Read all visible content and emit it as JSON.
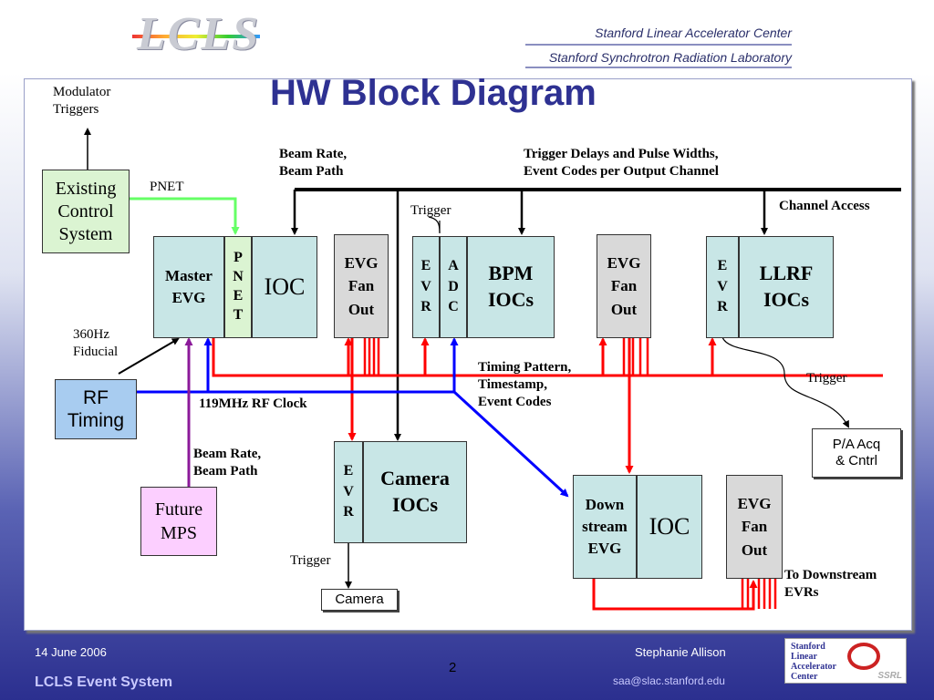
{
  "header": {
    "logo": "LCLS",
    "org1": "Stanford Linear Accelerator Center",
    "org2": "Stanford Synchrotron Radiation Laboratory"
  },
  "title": "HW Block Diagram",
  "blocks": {
    "existing": "Existing\nControl\nSystem",
    "master_evg": "Master\nEVG",
    "pnet_box": "P\nN\nE\nT",
    "ioc1": "IOC",
    "evg_fanout1": "EVG\nFan\nOut",
    "evr1": "E\nV\nR",
    "adc": "A\nD\nC",
    "bpm": "BPM\nIOCs",
    "evg_fanout2": "EVG\nFan\nOut",
    "evr2": "E\nV\nR",
    "llrf": "LLRF\nIOCs",
    "rf_timing": "RF\nTiming",
    "future_mps": "Future\nMPS",
    "evr3": "E\nV\nR",
    "camera_iocs": "Camera\nIOCs",
    "downstream_evg": "Down\nstream\nEVG",
    "ioc2": "IOC",
    "evg_fanout3": "EVG\nFan\nOut",
    "pa_acq": "P/A Acq\n& Cntrl",
    "camera": "Camera"
  },
  "labels": {
    "modulator": "Modulator\nTriggers",
    "pnet": "PNET",
    "beam_rate_top": "Beam Rate,\nBeam Path",
    "trigger_delays": "Trigger Delays and Pulse Widths,\nEvent Codes per Output Channel",
    "channel_access": "Channel Access",
    "trigger_adc": "Trigger",
    "fiducial": "360Hz\nFiducial",
    "rf_clock": "119MHz RF Clock",
    "timing_pattern": "Timing Pattern,\nTimestamp,\nEvent Codes",
    "trigger_llrf": "Trigger",
    "beam_rate_mps": "Beam Rate,\nBeam Path",
    "trigger_camera": "Trigger",
    "to_downstream": "To Downstream\n EVRs"
  },
  "footer": {
    "date": "14 June 2006",
    "event_system": "LCLS Event System",
    "page": "2",
    "author": "Stephanie Allison",
    "email": "saa@slac.stanford.edu",
    "slac_logo": "Stanford\nLinear\nAccelerator\nCenter",
    "ssrl_logo": "SSRL"
  },
  "colors": {
    "title": "#2e3192",
    "red": "#ff0000",
    "blue": "#0000ff",
    "green": "#66ff66",
    "purple": "#8b1a9a"
  }
}
